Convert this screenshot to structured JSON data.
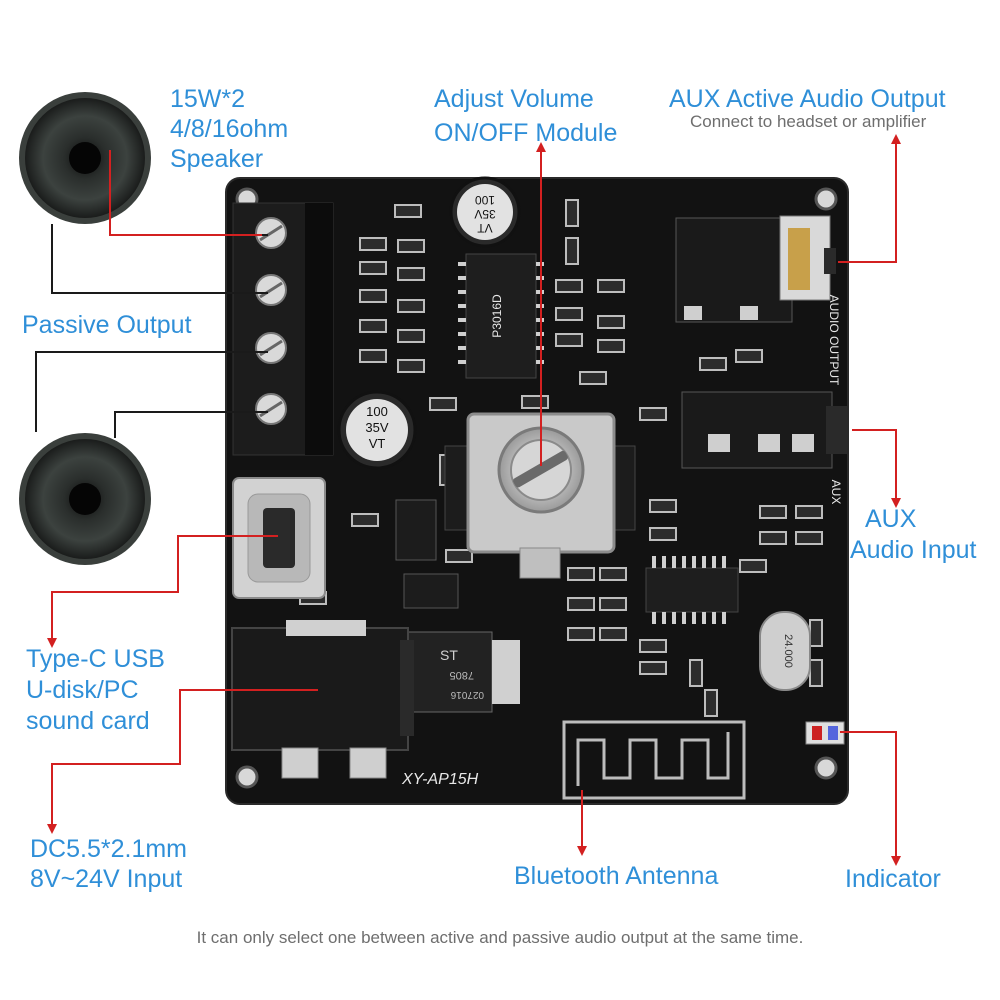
{
  "labels": {
    "speaker_power": "15W*2",
    "speaker_impedance": "4/8/16ohm",
    "speaker_word": "Speaker",
    "passive_output": "Passive Output",
    "volume_line1": "Adjust Volume",
    "volume_line2": "ON/OFF Module",
    "aux_out_title": "AUX Active Audio Output",
    "aux_out_sub": "Connect to headset or amplifier",
    "aux_in_line1": "AUX",
    "aux_in_line2": "Audio Input",
    "typec_line1": "Type-C USB",
    "typec_line2": "U-disk/PC",
    "typec_line3": "sound card",
    "dc_line1": "DC5.5*2.1mm",
    "dc_line2": "8V~24V Input",
    "bluetooth": "Bluetooth Antenna",
    "indicator": "Indicator"
  },
  "note": "It can only select one between active and passive audio output at the same time.",
  "board": {
    "model": "XY-AP15H",
    "cap_top": [
      "100",
      "35V",
      "VT"
    ],
    "cap_left": [
      "100",
      "35V",
      "VT"
    ],
    "amp_chip": "P3016D",
    "silk_audio_output": "AUDIO OUTPUT",
    "silk_aux": "AUX",
    "regulator": [
      "ST",
      "7805",
      "027016"
    ],
    "crystal": "24.000"
  },
  "colors": {
    "label_blue": "#2f8fd8",
    "note_gray": "#6e6e6e",
    "leader_red": "#d32020",
    "pcb_black": "#121212"
  }
}
